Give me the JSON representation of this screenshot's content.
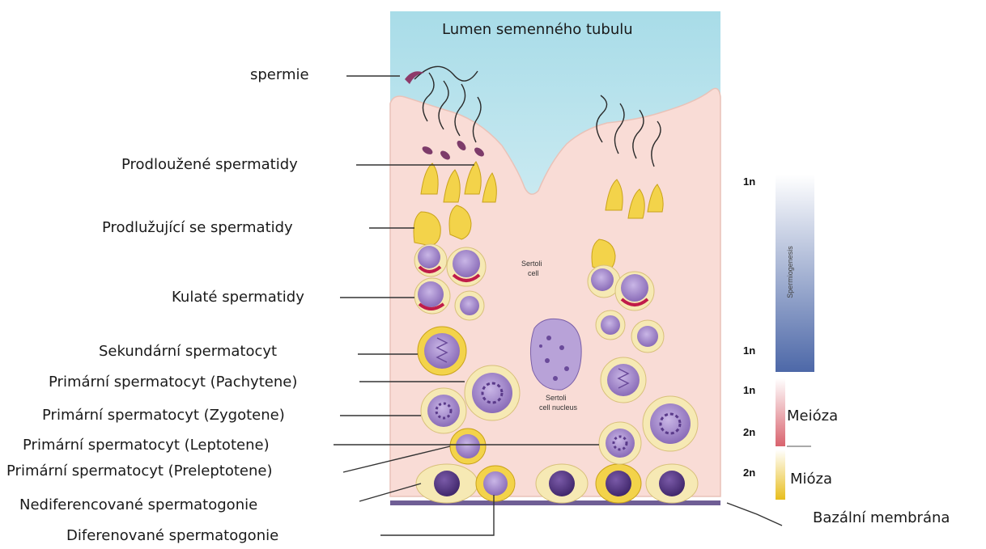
{
  "title": "Lumen semenného tubulu",
  "labels": {
    "spermie": "spermie",
    "prodlouzene": "Prodloužené spermatidy",
    "prodluzujici": "Prodlužující se spermatidy",
    "kulate": "Kulaté spermatidy",
    "sekundarni": "Sekundární spermatocyt",
    "pachytene": "Primární spermatocyt (Pachytene)",
    "zygotene": "Primární spermatocyt (Zygotene)",
    "leptotene": "Primární spermatocyt (Leptotene)",
    "preleptotene": "Primární spermatocyt (Preleptotene)",
    "nediferencovane": "Nediferencované spermatogonie",
    "diferenovane": "Diferenované spermatogonie",
    "bazalni": "Bazální membrána"
  },
  "inner_labels": {
    "sertoli_cell_1": "Sertoli",
    "sertoli_cell_2": "cell",
    "sertoli_nucleus_1": "Sertoli",
    "sertoli_nucleus_2": "cell nucleus"
  },
  "scale": {
    "spermiogenesis": "Spermiogenesis",
    "meioza1": "Meióza",
    "meioza2": "Mióza",
    "ploidy": [
      "1n",
      "1n",
      "1n",
      "2n",
      "2n"
    ]
  },
  "colors": {
    "lumen_top": "#a8dce8",
    "tissue": "#f9dcd6",
    "cell_yellow": "#f3d34a",
    "nucleus_purple": "#9d7cc0",
    "dark_nucleus": "#4a2f7a",
    "membrane": "#6f5e95"
  }
}
